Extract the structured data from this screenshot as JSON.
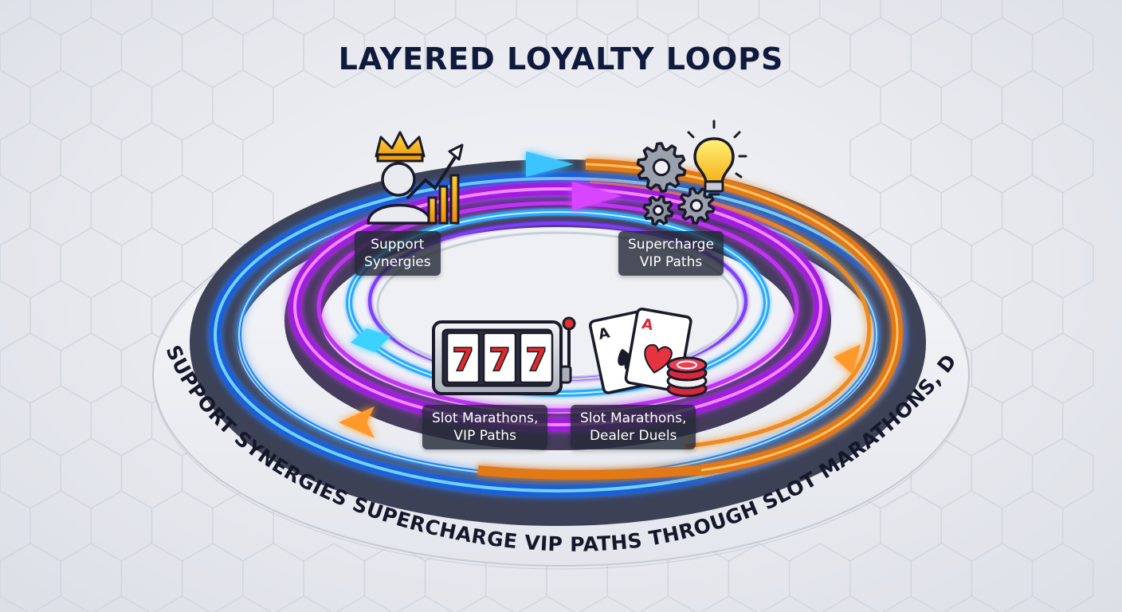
{
  "title": "LAYERED LOYALTY LOOPS",
  "labels": {
    "support": {
      "line1": "Support",
      "line2": "Synergies"
    },
    "supercharge": {
      "line1": "Supercharge",
      "line2": "VIP Paths"
    },
    "slot_vip": {
      "line1": "Slot Marathons,",
      "line2": "VIP Paths"
    },
    "slot_dealer": {
      "line1": "Slot Marathons,",
      "line2": "Dealer Duels"
    }
  },
  "arc_text": "SUPPORT SYNERGIES SUPERCHARGE VIP PATHS THROUGH SLOT MARATHONS, DEALER DUELS",
  "slot_symbols": [
    "7",
    "7",
    "7"
  ],
  "card_ranks": [
    "A",
    "A"
  ],
  "icons": [
    "crown-icon",
    "user-icon",
    "growth-chart-icon",
    "gear-icon",
    "lightbulb-icon",
    "slot-machine-icon",
    "playing-cards-icon",
    "poker-chips-icon"
  ],
  "colors": {
    "title": "#101a3c",
    "blue_loop": "#3aa0ff",
    "magenta_loop": "#d63cff",
    "orange_loop": "#ff9a2a",
    "label_bg": "#262a38"
  }
}
